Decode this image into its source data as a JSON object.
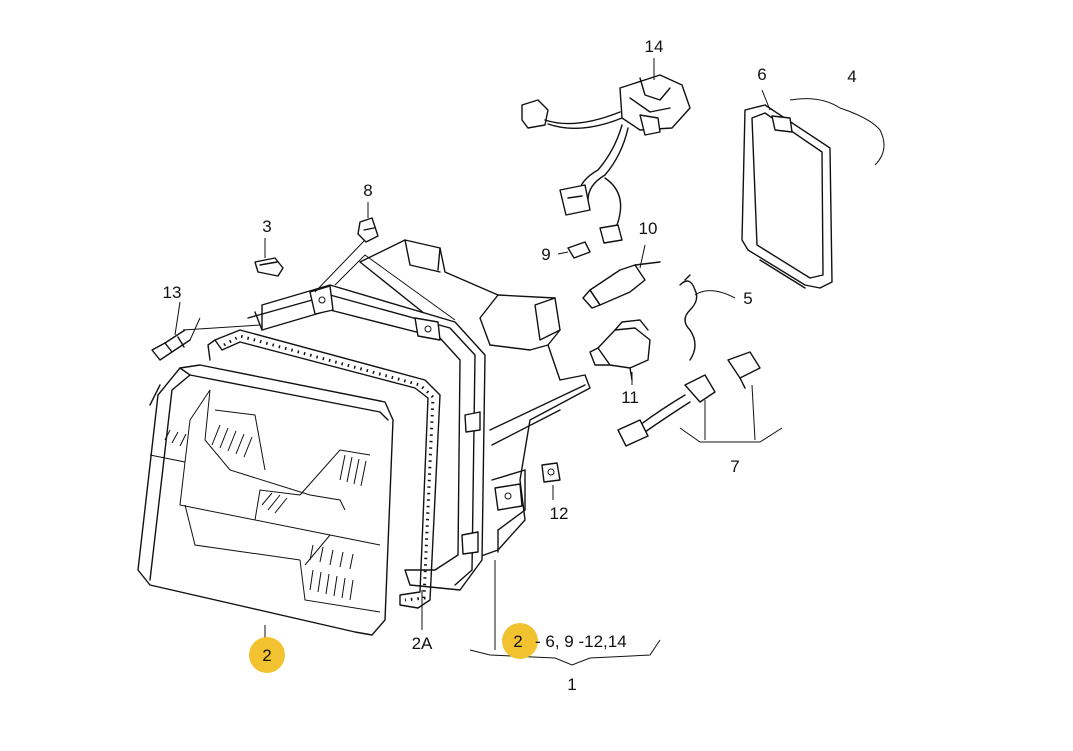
{
  "diagram": {
    "highlight_color": "#F2C230",
    "labels": {
      "l14": "14",
      "l6": "6",
      "l4": "4",
      "l8": "8",
      "l3": "3",
      "l10": "10",
      "l9": "9",
      "l5": "5",
      "l13": "13",
      "l11": "11",
      "l7": "7",
      "l12": "12",
      "l2A": "2A",
      "l1": "1",
      "range_text": "- 6, 9 -12,14"
    },
    "callouts": [
      {
        "id": "callout-lens",
        "text": "2"
      },
      {
        "id": "callout-range",
        "text": "2"
      }
    ]
  }
}
